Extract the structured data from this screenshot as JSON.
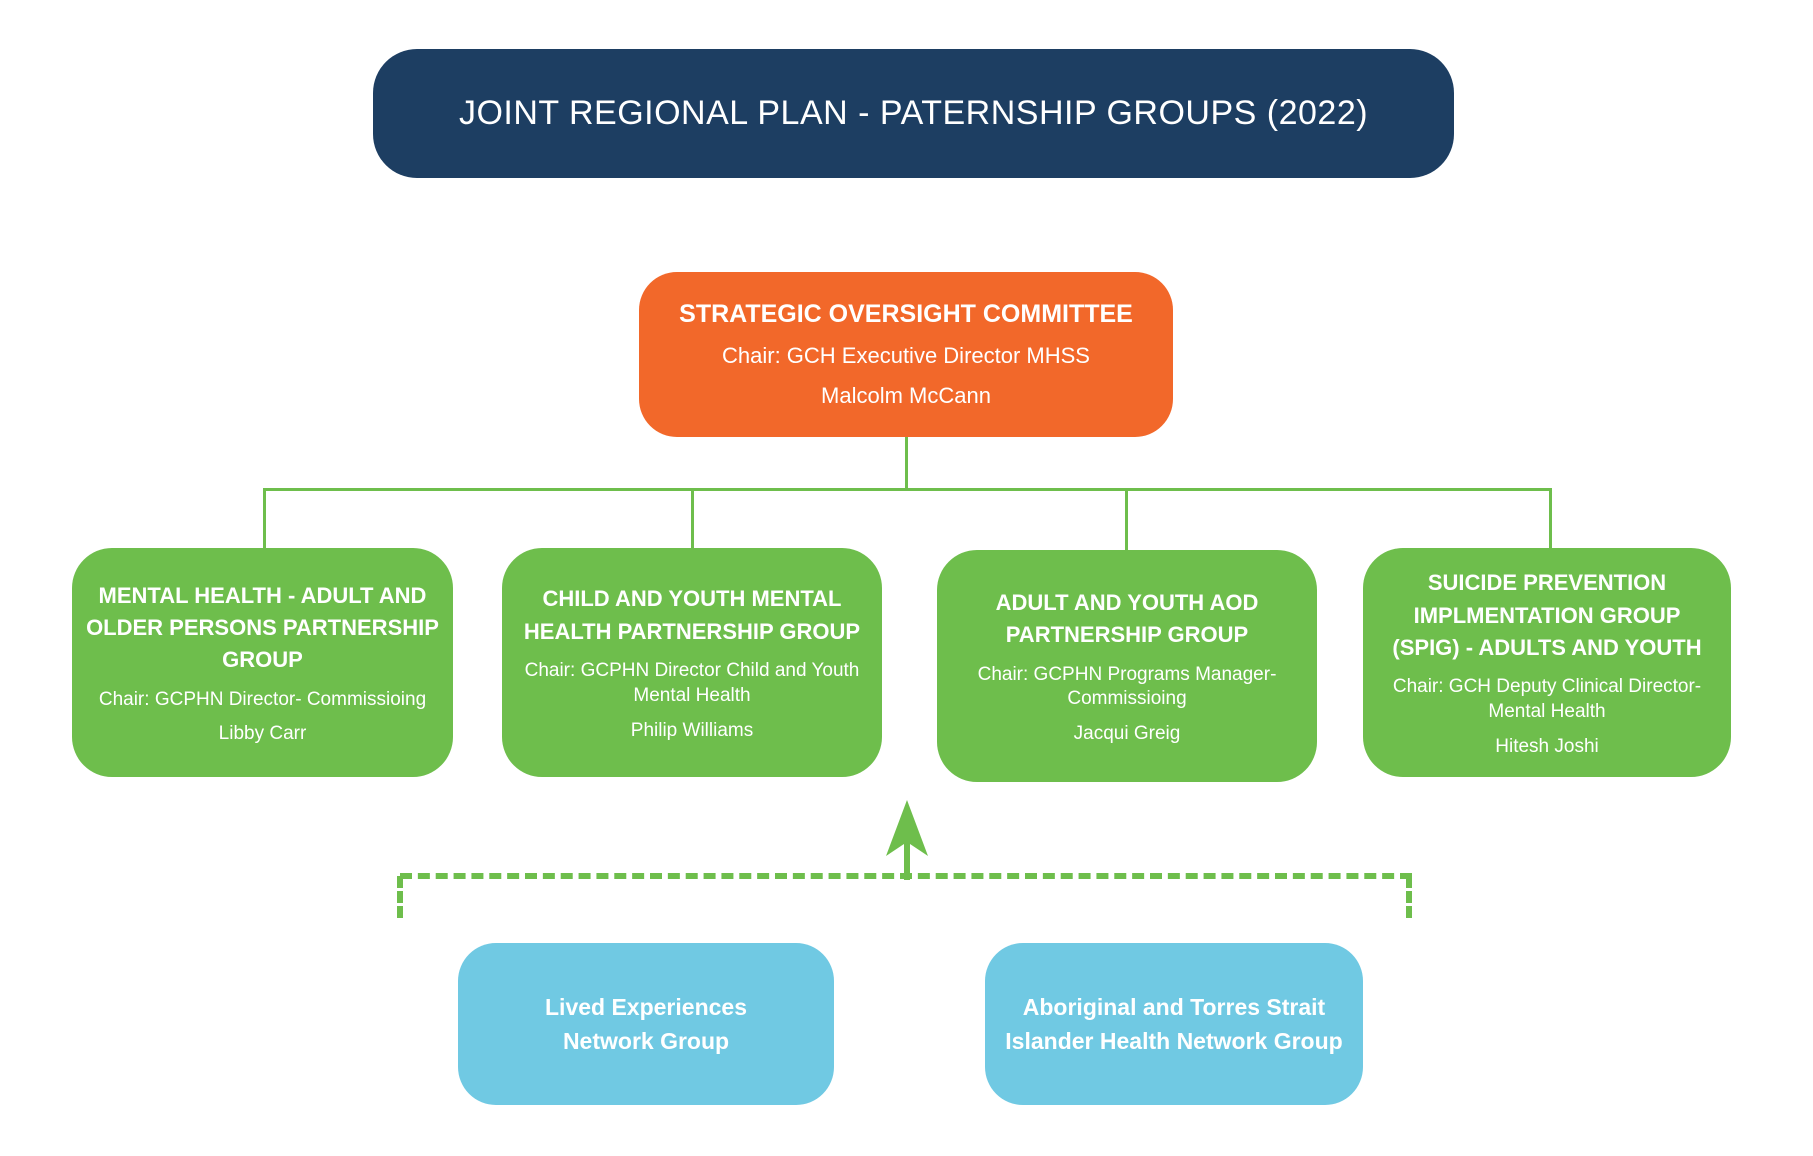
{
  "colors": {
    "navy": "#1D3E62",
    "orange": "#F2682A",
    "green": "#6EBE4C",
    "sky_blue": "#70C9E3"
  },
  "banner": {
    "title": "JOINT REGIONAL PLAN - PATERNSHIP GROUPS (2022)"
  },
  "oversight_committee": {
    "title": "STRATEGIC OVERSIGHT COMMITTEE",
    "chair": "Chair: GCH Executive Director MHSS",
    "chair_name": "Malcolm McCann"
  },
  "partnership_groups": [
    {
      "title": "MENTAL HEALTH - ADULT AND\nOLDER PERSONS PARTNERSHIP\nGROUP",
      "chair": "Chair: GCPHN Director- Commissioing",
      "chair_name": "Libby Carr"
    },
    {
      "title": "CHILD AND YOUTH MENTAL\nHEALTH PARTNERSHIP GROUP",
      "chair": "Chair: GCPHN Director Child and Youth\nMental Health",
      "chair_name": "Philip Williams"
    },
    {
      "title": "ADULT AND YOUTH AOD\nPARTNERSHIP GROUP",
      "chair": "Chair: GCPHN Programs Manager-\nCommissioing",
      "chair_name": "Jacqui Greig"
    },
    {
      "title": "SUICIDE PREVENTION\nIMPLMENTATION GROUP\n(SPIG) - ADULTS AND YOUTH",
      "chair": "Chair: GCH Deputy Clinical Director-\nMental Health",
      "chair_name": "Hitesh Joshi"
    }
  ],
  "network_groups": [
    {
      "label": "Lived Experiences\nNetwork Group"
    },
    {
      "label": "Aboriginal and Torres Strait\nIslander Health Network Group"
    }
  ]
}
